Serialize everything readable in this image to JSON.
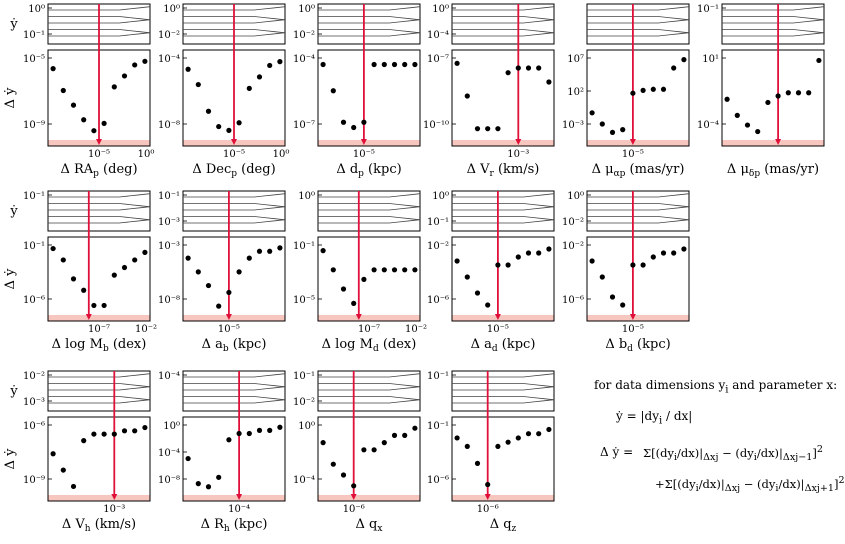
{
  "legend": {
    "intro": "for data dimensions y",
    "intro_sub": "i",
    "intro_tail": " and parameter x:",
    "ydot_def": "ẏ = |dy",
    "ydot_def_sub": "i",
    "ydot_def_tail": " / dx|",
    "delta_lhs": "Δ ẏ =",
    "line1": "Σ[(dy",
    "line1b": "/dx)|",
    "line1c": " − (dy",
    "line1d": "/dx)|",
    "line1e": "]",
    "line2_prefix": "+Σ[(dy",
    "sum_sub": "i",
    "sq": "2",
    "dx_j": "Δx",
    "dx_jm1": "Δx",
    "dx_jp1": "Δx",
    "sub_j": "j",
    "sub_jm1": "j−1",
    "sub_jp1": "j+1"
  },
  "chart_data": [
    {
      "type": "scatter",
      "panel": "RAp",
      "xlabel": "Δ RA",
      "xlabel_sub": "p",
      "xunit": " (deg)",
      "ylabel_top": "ẏ",
      "ylabel_bottom": "Δ ẏ",
      "top_ticks": [
        "10⁰",
        "10⁻¹"
      ],
      "bottom_ticks": [
        "10⁻⁵",
        "10⁻⁹"
      ],
      "x_ticks": [
        "10⁻⁵",
        "10⁰"
      ],
      "x": [
        -9,
        -8,
        -7,
        -6,
        -5,
        -4,
        -3,
        -2,
        -1,
        0
      ],
      "y": [
        -3.5,
        -6.5,
        -8.5,
        -10.5,
        -12,
        -11,
        -6,
        -4.5,
        -3,
        -2.5
      ],
      "vline": -4.5
    },
    {
      "type": "scatter",
      "panel": "Decp",
      "xlabel": "Δ Dec",
      "xlabel_sub": "p",
      "xunit": " (deg)",
      "ylabel_top": "",
      "ylabel_bottom": "",
      "top_ticks": [
        "10⁰",
        "10⁻²"
      ],
      "bottom_ticks": [
        "10⁻⁴",
        "10⁻⁸"
      ],
      "x_ticks": [
        "10⁻⁵",
        "10⁰"
      ],
      "x": [
        -9,
        -8,
        -7,
        -6,
        -5,
        -4,
        -3,
        -2,
        -1,
        0
      ],
      "y": [
        -2.5,
        -4.5,
        -8,
        -10,
        -10.5,
        -9.5,
        -5,
        -3.5,
        -2,
        -1.5
      ],
      "vline": -4.5
    },
    {
      "type": "scatter",
      "panel": "dp",
      "xlabel": "Δ d",
      "xlabel_sub": "p",
      "xunit": " (kpc)",
      "ylabel_top": "",
      "ylabel_bottom": "",
      "top_ticks": [
        "10⁰",
        "10⁻²"
      ],
      "bottom_ticks": [
        "10⁻⁴",
        "10⁻⁷"
      ],
      "x_ticks": [
        "10⁻⁵"
      ],
      "x": [
        -9,
        -8,
        -7,
        -6,
        -5,
        -4,
        -3,
        -2,
        -1,
        0
      ],
      "y": [
        -1,
        -3.5,
        -6.5,
        -7,
        -6.5,
        -1,
        -1,
        -1,
        -1,
        -1
      ],
      "vline": -5
    },
    {
      "type": "scatter",
      "panel": "Vrp",
      "xlabel": "Δ V",
      "xlabel_sub": "r",
      "xunit": " (km/s)",
      "ylabel_top": "",
      "ylabel_bottom": "",
      "top_ticks": [
        "10⁰",
        "10⁻⁴"
      ],
      "bottom_ticks": [
        "10⁻⁷",
        "10⁻¹⁰"
      ],
      "x_ticks": [
        "10⁻³"
      ],
      "x": [
        -9,
        -8,
        -7,
        -6,
        -5,
        -4,
        -3,
        -2,
        -1,
        0
      ],
      "y": [
        -3,
        -6.5,
        -10,
        -10,
        -10,
        -4,
        -3.5,
        -3.5,
        -3.5,
        -5
      ],
      "vline": -3
    },
    {
      "type": "scatter",
      "panel": "mua",
      "xlabel": "Δ μ",
      "xlabel_sub": "αp",
      "xunit": " (mas/yr)",
      "ylabel_top": "",
      "ylabel_bottom": "",
      "top_ticks": [],
      "bottom_ticks": [
        "10⁷",
        "10²",
        "10⁻³"
      ],
      "x_ticks": [
        "10⁻⁵"
      ],
      "x": [
        -9,
        -8,
        -7,
        -6,
        -5,
        -4,
        -3,
        -2,
        -1,
        0
      ],
      "y": [
        -3,
        -5,
        -6.5,
        -6,
        0.5,
        1,
        1.2,
        1.2,
        5,
        6.5
      ],
      "vline": -5
    },
    {
      "type": "scatter",
      "panel": "mud",
      "xlabel": "Δ μ",
      "xlabel_sub": "δp",
      "xunit": " (mas/yr)",
      "ylabel_top": "",
      "ylabel_bottom": "",
      "top_ticks": [
        "10⁻¹"
      ],
      "bottom_ticks": [
        "10¹",
        "10⁻⁴"
      ],
      "x_ticks": [],
      "x": [
        -9,
        -8,
        -7,
        -6,
        -5,
        -4,
        -3,
        -2,
        -1,
        0
      ],
      "y": [
        0,
        -2.5,
        -4,
        -5,
        -0.5,
        0.5,
        1,
        1,
        1,
        6
      ],
      "vline": -4
    },
    {
      "type": "scatter",
      "panel": "logMb",
      "xlabel": "Δ log M",
      "xlabel_sub": "b",
      "xunit": " (dex)",
      "ylabel_top": "ẏ",
      "ylabel_bottom": "Δ ẏ",
      "top_ticks": [
        "10⁻¹"
      ],
      "bottom_ticks": [
        "10⁻¹",
        "10⁻⁶"
      ],
      "x_ticks": [
        "10⁻⁷",
        "10⁻²"
      ],
      "x": [
        -9,
        -8,
        -7,
        -6,
        -5,
        -4,
        -3,
        -2,
        -1,
        0
      ],
      "y": [
        -0.5,
        -2,
        -4.5,
        -6,
        -8,
        -8,
        -4,
        -3,
        -2,
        -1
      ],
      "vline": -5.5
    },
    {
      "type": "scatter",
      "panel": "ab",
      "xlabel": "Δ a",
      "xlabel_sub": "b",
      "xunit": " (kpc)",
      "ylabel_top": "",
      "ylabel_bottom": "",
      "top_ticks": [
        "10⁻¹",
        "10⁻³"
      ],
      "bottom_ticks": [
        "10⁻³",
        "10⁻⁸"
      ],
      "x_ticks": [
        "10⁻⁵"
      ],
      "x": [
        -9,
        -8,
        -7,
        -6,
        -5,
        -4,
        -3,
        -2,
        -1,
        0
      ],
      "y": [
        -2,
        -4,
        -6,
        -9,
        -7,
        -4,
        -2,
        -1,
        -1,
        -0.5
      ],
      "vline": -5
    },
    {
      "type": "scatter",
      "panel": "logMd",
      "xlabel": "Δ log M",
      "xlabel_sub": "d",
      "xunit": " (dex)",
      "ylabel_top": "",
      "ylabel_bottom": "",
      "top_ticks": [
        "10⁰"
      ],
      "bottom_ticks": [
        "10⁻¹",
        "10⁻⁵"
      ],
      "x_ticks": [
        "10⁻⁷",
        "10⁻²"
      ],
      "x": [
        -9,
        -8,
        -7,
        -6,
        -5,
        -4,
        -3,
        -2,
        -1,
        0
      ],
      "y": [
        1,
        -1,
        -3,
        -4.5,
        -2,
        -1,
        -1,
        -1,
        -1,
        -1
      ],
      "vline": -5.5
    },
    {
      "type": "scatter",
      "panel": "ad",
      "xlabel": "Δ a",
      "xlabel_sub": "d",
      "xunit": " (kpc)",
      "ylabel_top": "",
      "ylabel_bottom": "",
      "top_ticks": [
        "10⁰",
        "10⁻¹"
      ],
      "bottom_ticks": [
        "10⁻²",
        "10⁻⁶"
      ],
      "x_ticks": [
        "10⁻⁵"
      ],
      "x": [
        -9,
        -8,
        -7,
        -6,
        -5,
        -4,
        -3,
        -2,
        -1,
        0
      ],
      "y": [
        -1.5,
        -3.5,
        -5.5,
        -7,
        -2,
        -2,
        -1,
        -0.5,
        -0.5,
        0
      ],
      "vline": -5
    },
    {
      "type": "scatter",
      "panel": "bd",
      "xlabel": "Δ b",
      "xlabel_sub": "d",
      "xunit": " (kpc)",
      "ylabel_top": "",
      "ylabel_bottom": "",
      "top_ticks": [
        "10⁰",
        "10⁻²"
      ],
      "bottom_ticks": [
        "10⁻²",
        "10⁻⁶"
      ],
      "x_ticks": [
        "10⁻⁵"
      ],
      "x": [
        -9,
        -8,
        -7,
        -6,
        -5,
        -4,
        -3,
        -2,
        -1,
        0
      ],
      "y": [
        -1.5,
        -3.5,
        -6,
        -7,
        -2,
        -2,
        -1,
        -0.5,
        -0.5,
        0
      ],
      "vline": -5
    },
    {
      "type": "scatter",
      "panel": "Vh",
      "xlabel": "Δ V",
      "xlabel_sub": "h",
      "xunit": " (km/s)",
      "ylabel_top": "ẏ",
      "ylabel_bottom": "Δ ẏ",
      "top_ticks": [
        "10⁻²",
        "10⁻³"
      ],
      "bottom_ticks": [
        "10⁻⁶",
        "10⁻⁹"
      ],
      "x_ticks": [
        "10⁻³"
      ],
      "x": [
        -9,
        -8,
        -7,
        -6,
        -5,
        -4,
        -3,
        -2,
        -1,
        0
      ],
      "y": [
        -6,
        -8.5,
        -11,
        -4,
        -3,
        -3,
        -3,
        -2.5,
        -2.5,
        -2
      ],
      "vline": -3
    },
    {
      "type": "scatter",
      "panel": "Rh",
      "xlabel": "Δ R",
      "xlabel_sub": "h",
      "xunit": " (kpc)",
      "ylabel_top": "",
      "ylabel_bottom": "",
      "top_ticks": [
        "10⁻⁴"
      ],
      "bottom_ticks": [
        "10⁰",
        "10⁻⁴",
        "10⁻⁸"
      ],
      "x_ticks": [
        "10⁻⁴"
      ],
      "x": [
        -9,
        -8,
        -7,
        -6,
        -5,
        -4,
        -3,
        -2,
        -1,
        0
      ],
      "y": [
        -5,
        -9,
        -9.5,
        -8,
        -2,
        -1,
        -1,
        -0.5,
        -0.5,
        0
      ],
      "vline": -4
    },
    {
      "type": "scatter",
      "panel": "qx",
      "xlabel": "Δ q",
      "xlabel_sub": "x",
      "xunit": "",
      "ylabel_top": "",
      "ylabel_bottom": "",
      "top_ticks": [
        "10⁻¹",
        "10⁻²"
      ],
      "bottom_ticks": [
        "10⁰",
        "10⁻⁴"
      ],
      "x_ticks": [
        "10⁻⁶"
      ],
      "x": [
        -9,
        -8,
        -7,
        -6,
        -5,
        -4,
        -3,
        -2,
        -1,
        0
      ],
      "y": [
        -2,
        -5,
        -6.5,
        -8,
        -3,
        -3,
        -2,
        -1,
        -1,
        0
      ],
      "vline": -6
    },
    {
      "type": "scatter",
      "panel": "qz",
      "xlabel": "Δ q",
      "xlabel_sub": "z",
      "xunit": "",
      "ylabel_top": "",
      "ylabel_bottom": "",
      "top_ticks": [
        "10⁻¹"
      ],
      "bottom_ticks": [
        "10⁻¹",
        "10⁻⁶"
      ],
      "x_ticks": [
        "10⁻⁶"
      ],
      "x": [
        -9,
        -8,
        -7,
        -6,
        -5,
        -4,
        -3,
        -2,
        -1,
        0
      ],
      "y": [
        -1,
        -2,
        -4,
        -6.5,
        -2,
        -1.5,
        -1,
        -0.5,
        -0.5,
        0
      ],
      "vline": -6
    }
  ]
}
